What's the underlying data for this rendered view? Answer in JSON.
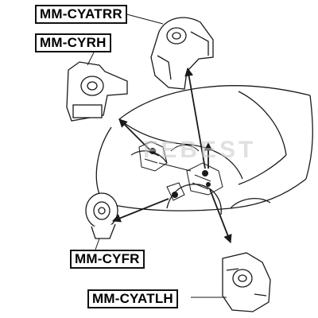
{
  "labels": {
    "cyatrr": "MM-CYATRR",
    "cyrh": "MM-CYRH",
    "cyfr": "MM-CYFR",
    "cyatlh": "MM-CYATLH"
  },
  "colors": {
    "line": "#1a1a1a",
    "background": "#ffffff",
    "watermark": "#c8c8c8"
  }
}
